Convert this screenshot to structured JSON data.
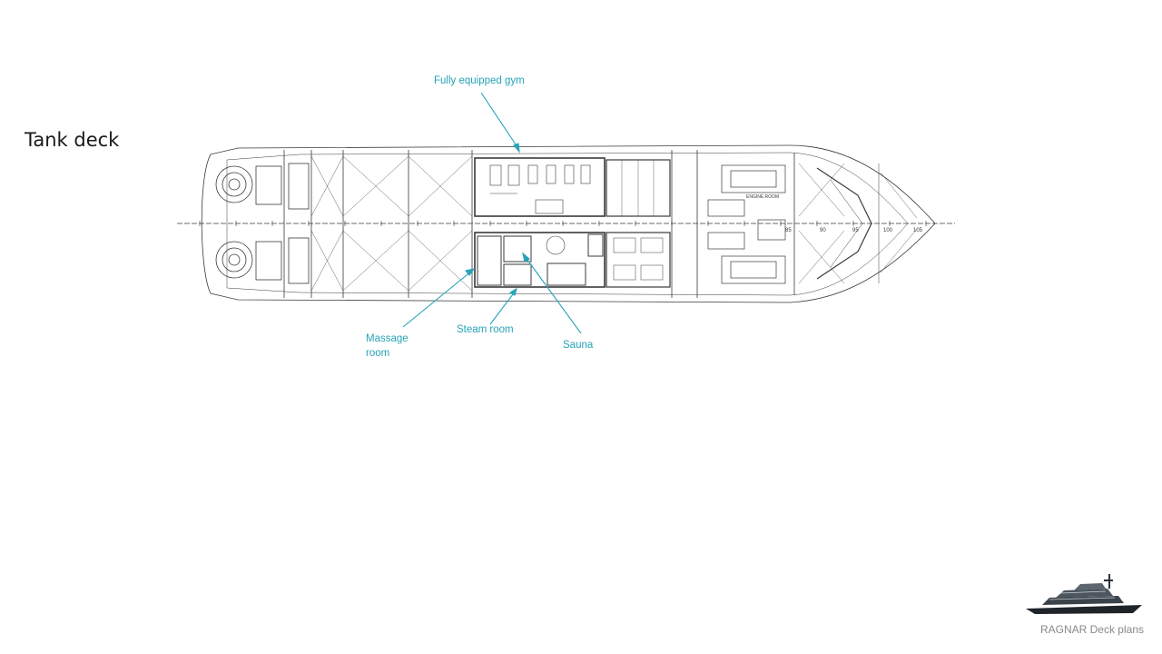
{
  "slide": {
    "title": "Tank deck",
    "footer": "RAGNAR Deck plans"
  },
  "callouts": {
    "gym": "Fully equipped gym",
    "massage_line1": "Massage",
    "massage_line2": "room",
    "steam": "Steam room",
    "sauna": "Sauna"
  },
  "plan": {
    "frame_numbers": [
      "85",
      "90",
      "95",
      "100",
      "105"
    ],
    "room_label": "ENGINE ROOM"
  },
  "colors": {
    "accent": "#27a3b8",
    "line": "#3a3a3a",
    "title": "#1a1a1a",
    "footer": "#8a8a8a"
  }
}
